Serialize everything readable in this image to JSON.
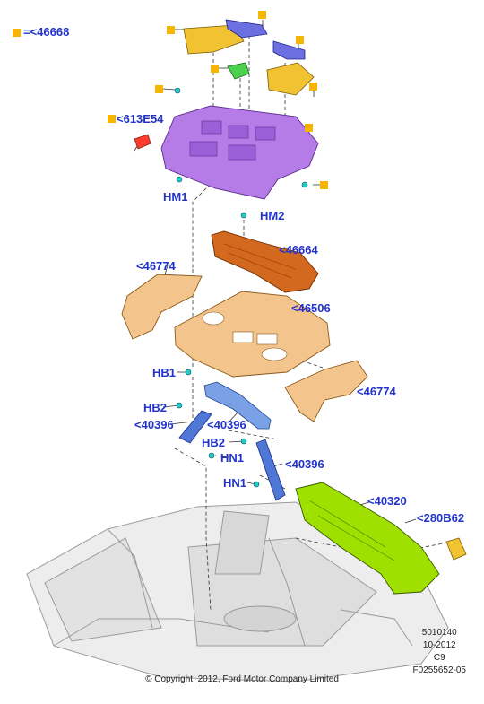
{
  "legend": {
    "text": "=<46668",
    "marker_color": "#f7b400"
  },
  "labels": {
    "p613e54": "<613E54",
    "hm1": "HM1",
    "hm2": "HM2",
    "p46664": "<46664",
    "p46774_top": "<46774",
    "p46506": "<46506",
    "hb1": "HB1",
    "p46774_right": "<46774",
    "hb2_top": "HB2",
    "p40396_a": "<40396",
    "p40396_b": "<40396",
    "hb2_bottom": "HB2",
    "hn1_top": "HN1",
    "p40396_c": "<40396",
    "hn1_bottom": "HN1",
    "p40320": "<40320",
    "p280b62": "<280B62"
  },
  "meta": {
    "line1": "5010140",
    "line2": "10-2012",
    "line3": "C9",
    "line4": "F0255652-05"
  },
  "copyright": "© Copyright, 2012, Ford Motor Company Limited",
  "colors": {
    "label_blue": "#2233cc",
    "yellow": "#f1c232",
    "purple": "#b57ce8",
    "blue_panel": "#6b6fe0",
    "green": "#4cd14c",
    "orange_brown": "#d2691e",
    "tan": "#f3c58c",
    "steel_blue": "#4f78d6",
    "lime": "#9fe000",
    "red": "#ff3b2f",
    "cyan_clip": "#27c8c8",
    "body_gray": "#c8c8c8"
  }
}
